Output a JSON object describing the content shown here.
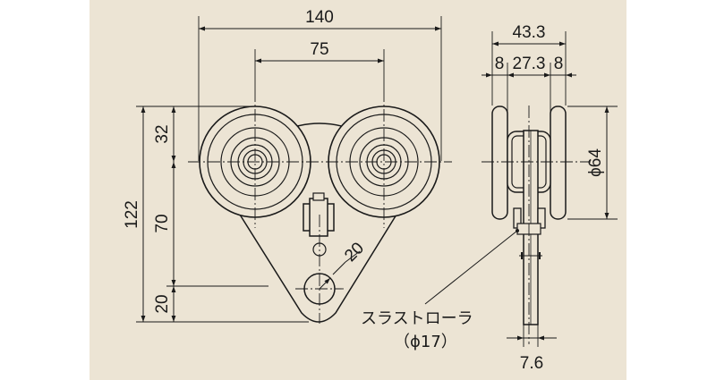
{
  "colors": {
    "panel": "#ece4d4",
    "page": "#ffffff",
    "part": "#ece4d4",
    "line": "#1a1a1a"
  },
  "dimensions": {
    "overall_width": "140",
    "wheel_center_distance": "75",
    "top_to_wheel_center": "32",
    "overall_height": "122",
    "wheel_center_to_bracket": "70",
    "hole_to_bottom": "20",
    "hole_diameter": "20",
    "side_overall_width": "43.3",
    "side_wheel_left_width": "8",
    "side_inner_width": "27.3",
    "side_wheel_right_width": "8",
    "wheel_diameter": "ϕ64",
    "plate_thickness": "7.6"
  },
  "labels": {
    "thrust_roller": "スラストローラ",
    "thrust_roller_size": "（ϕ17）"
  }
}
